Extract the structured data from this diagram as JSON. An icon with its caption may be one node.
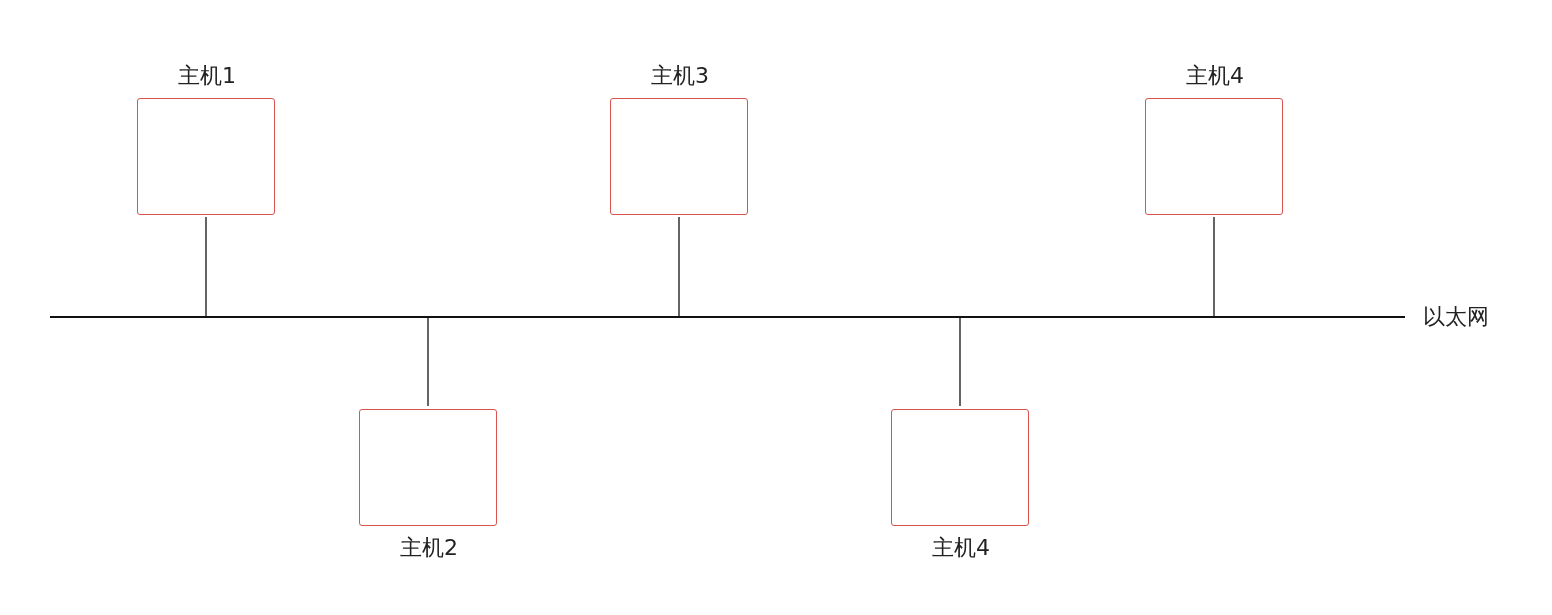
{
  "diagram": {
    "nodes": [
      {
        "text": [
          "主机1"
        ]
      },
      {
        "text": [
          "主机3"
        ]
      },
      {
        "text": [
          "主机4"
        ]
      },
      {
        "text": [],
        "shape": "bar",
        "beside": [
          "以太网"
        ]
      },
      {
        "text": [
          "主机2"
        ]
      },
      {
        "text": [
          "主机4"
        ]
      }
    ],
    "edges": [
      {
        "from": 0,
        "to": 3,
        "arrow": "none"
      },
      {
        "from": 1,
        "to": 3,
        "arrow": "none"
      },
      {
        "from": 2,
        "to": 3,
        "arrow": "none"
      },
      {
        "from": 4,
        "to": 3,
        "arrow": "none"
      },
      {
        "from": 5,
        "to": 3,
        "arrow": "none"
      }
    ]
  }
}
